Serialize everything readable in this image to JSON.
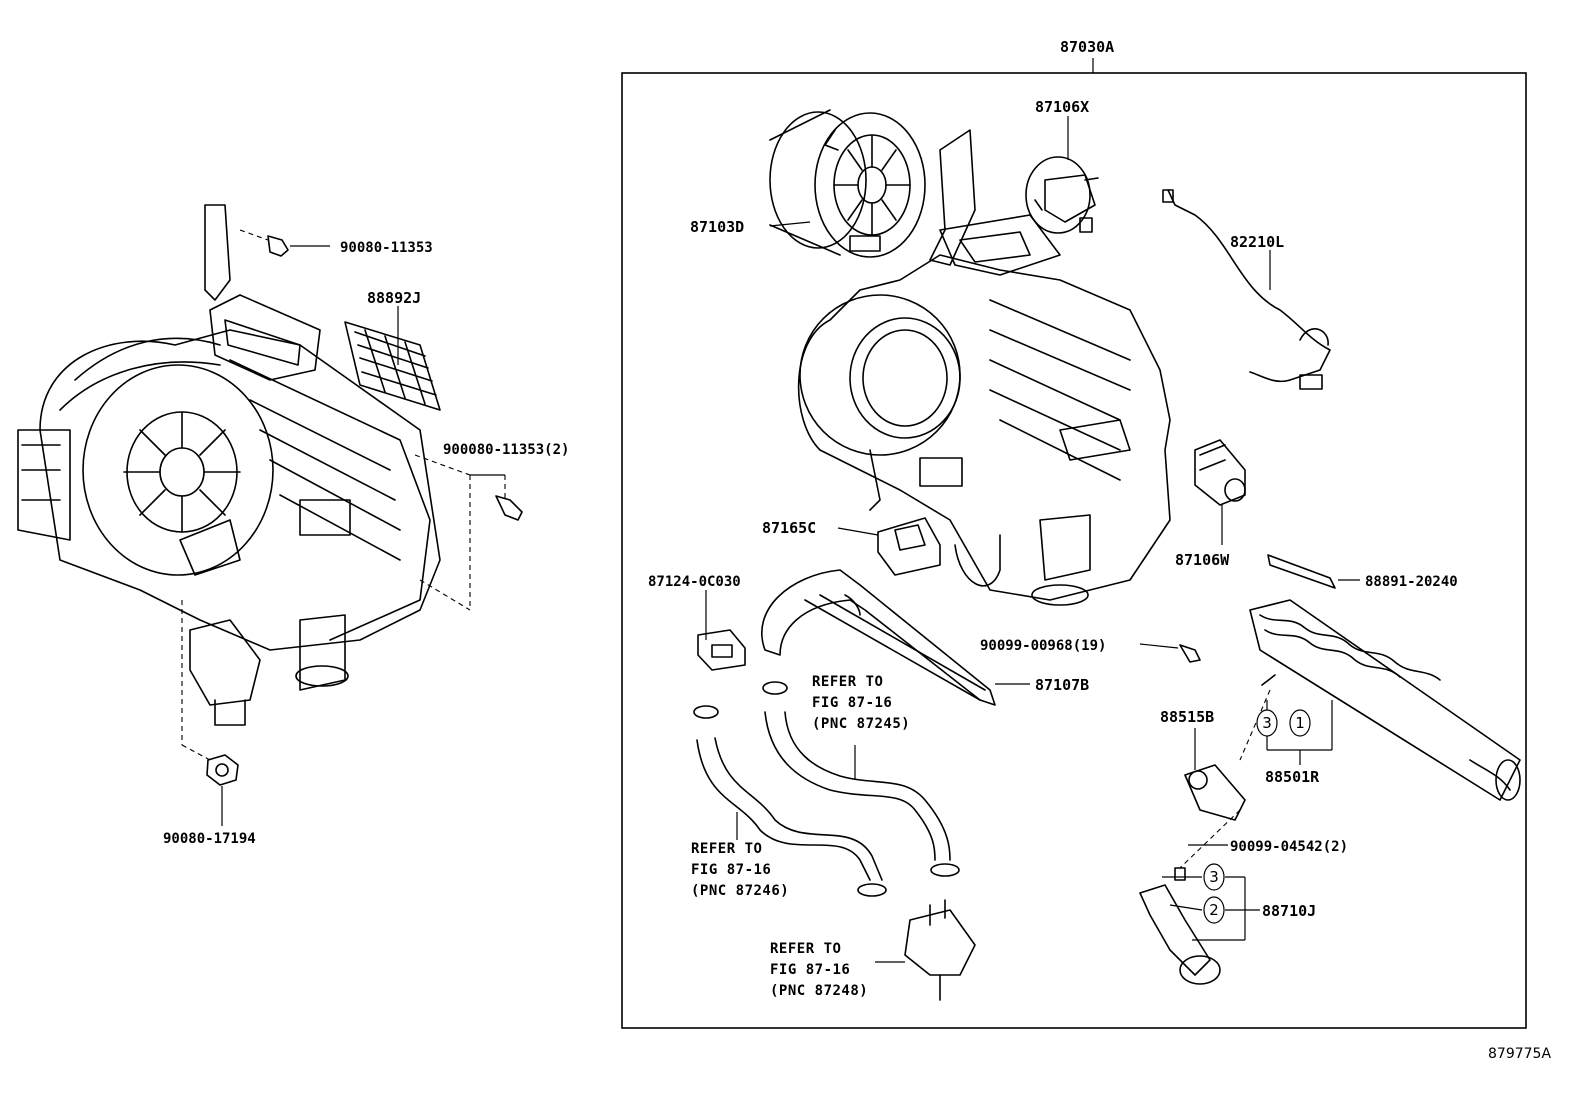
{
  "diagram": {
    "labels": {
      "p87030A": "87030A",
      "p87106X": "87106X",
      "p87103D": "87103D",
      "p82210L": "82210L",
      "p90080_11353": "90080-11353",
      "p88892J": "88892J",
      "p900080_11353": "900080-11353(2)",
      "p87165C": "87165C",
      "p87106W": "87106W",
      "p87124": "87124-0C030",
      "p88891": "88891-20240",
      "p90099_00968": "90099-00968(19)",
      "p87107B": "87107B",
      "p88515B": "88515B",
      "p88501R": "88501R",
      "p90099_04542": "90099-04542(2)",
      "p88710J": "88710J",
      "p90080_17194": "90080-17194"
    },
    "refer_notes": [
      {
        "line1": "REFER TO",
        "line2": "FIG 87-16",
        "line3": "(PNC 87245)"
      },
      {
        "line1": "REFER TO",
        "line2": "FIG 87-16",
        "line3": "(PNC 87246)"
      },
      {
        "line1": "REFER TO",
        "line2": "FIG 87-16",
        "line3": "(PNC 87248)"
      }
    ],
    "callouts": {
      "c1": "1",
      "c2": "2",
      "c3a": "3",
      "c3b": "3"
    },
    "figure_id": "879775A"
  }
}
